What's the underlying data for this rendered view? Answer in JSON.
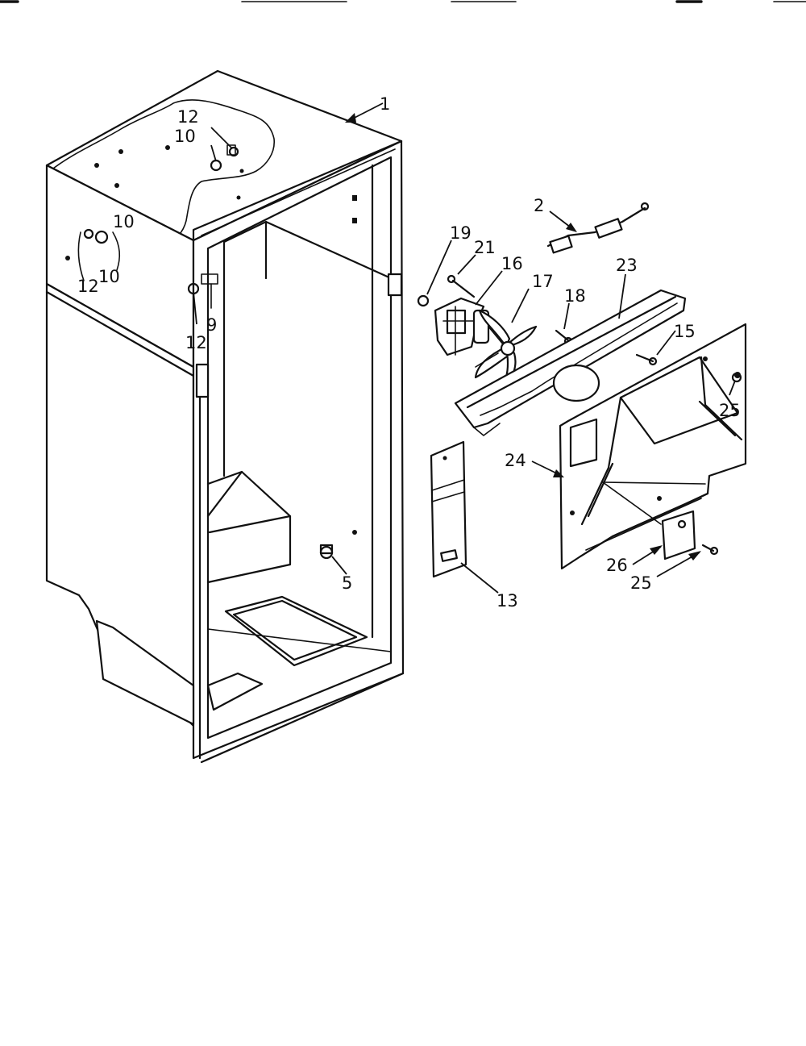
{
  "diagram": {
    "part_labels": [
      {
        "id": "label-1",
        "text": "1"
      },
      {
        "id": "label-2",
        "text": "2"
      },
      {
        "id": "label-5",
        "text": "5"
      },
      {
        "id": "label-9",
        "text": "9"
      },
      {
        "id": "label-10-top",
        "text": "10"
      },
      {
        "id": "label-10-left-upper",
        "text": "10"
      },
      {
        "id": "label-10-left-lower",
        "text": "10"
      },
      {
        "id": "label-12-top",
        "text": "12"
      },
      {
        "id": "label-12-left",
        "text": "12"
      },
      {
        "id": "label-12-mid",
        "text": "12"
      },
      {
        "id": "label-13",
        "text": "13"
      },
      {
        "id": "label-15",
        "text": "15"
      },
      {
        "id": "label-16",
        "text": "16"
      },
      {
        "id": "label-17",
        "text": "17"
      },
      {
        "id": "label-18",
        "text": "18"
      },
      {
        "id": "label-19",
        "text": "19"
      },
      {
        "id": "label-21",
        "text": "21"
      },
      {
        "id": "label-23",
        "text": "23"
      },
      {
        "id": "label-24",
        "text": "24"
      },
      {
        "id": "label-25-upper",
        "text": "25"
      },
      {
        "id": "label-25-lower",
        "text": "25"
      },
      {
        "id": "label-26",
        "text": "26"
      }
    ]
  }
}
